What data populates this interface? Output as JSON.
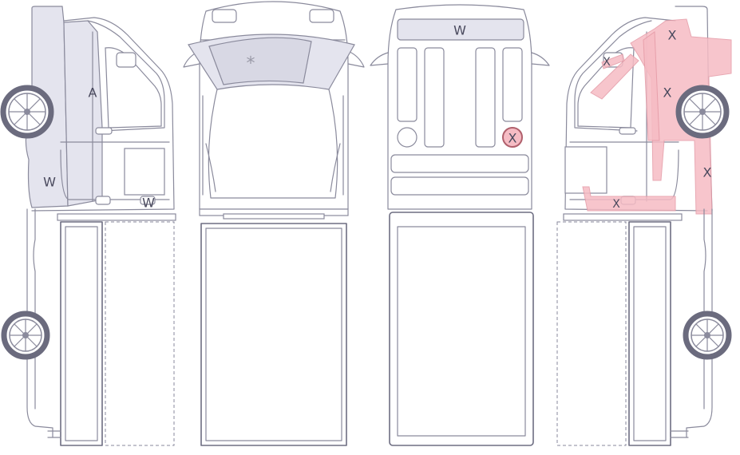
{
  "panels": [
    "left-side-view",
    "top-view",
    "rear-view",
    "right-side-view"
  ],
  "markers": {
    "left_a": "A",
    "left_w_side": "W",
    "left_w_bottom": "W",
    "top_asterisk": "*",
    "rear_w": "W",
    "rear_x_circled": "X",
    "right_x_roof": "X",
    "right_x_door": "X",
    "right_x_pillar": "X",
    "right_x_body": "X",
    "right_x_bottom": "X"
  },
  "colors": {
    "outline": "#8a8a9c",
    "shade": "#e4e4ee",
    "damage": "#f6bcc4",
    "mark": "#4a4a5e"
  }
}
